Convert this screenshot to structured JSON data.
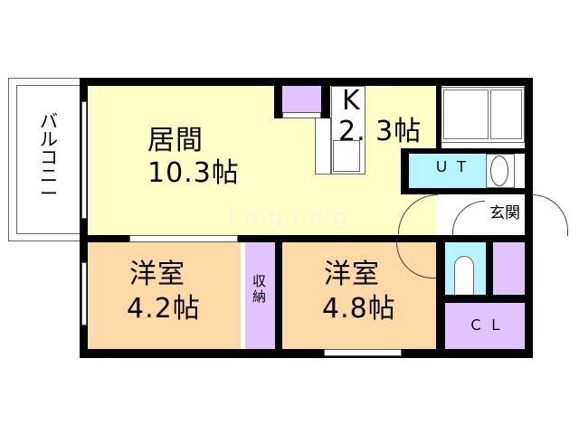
{
  "floor_plan": {
    "rooms": {
      "living": {
        "name": "居間",
        "area": "10.3帖",
        "color": "#ffffc8"
      },
      "kitchen": {
        "name": "K",
        "area": "2. 3帖"
      },
      "bedroom_west": {
        "name": "洋室",
        "area": "4.2帖",
        "color": "#ffd9a8"
      },
      "bedroom_east": {
        "name": "洋室",
        "area": "4.8帖",
        "color": "#ffd9a8"
      },
      "storage": {
        "name": "収\n納",
        "color": "#e0c4ff"
      },
      "utility": {
        "name": "ＵＴ",
        "color": "#b8f4ff"
      },
      "entrance": {
        "name": "玄関"
      },
      "closet": {
        "name": "ＣＬ",
        "color": "#e0c4ff"
      },
      "balcony": {
        "name": "バ\nル\nコ\nニ\nー"
      }
    },
    "watermark": "i o g i o g"
  }
}
